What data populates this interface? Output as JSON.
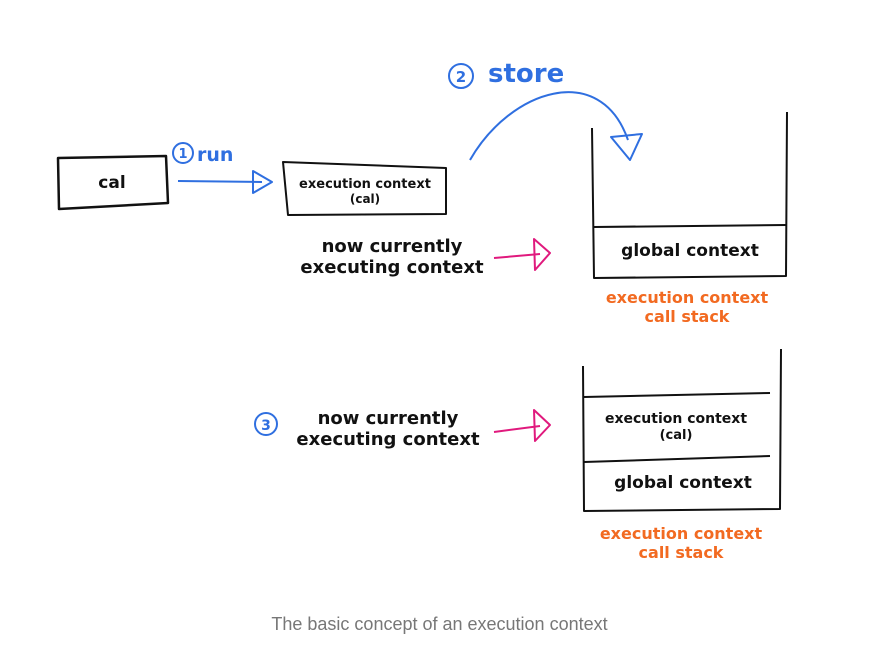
{
  "labels": {
    "cal_box": "cal",
    "step1_num": "1",
    "step1_label": "run",
    "step2_num": "2",
    "step2_label": "store",
    "step3_num": "3",
    "exec_ctx_line1": "execution context",
    "exec_ctx_line2": "(cal)",
    "now_current_line1": "now currently",
    "now_current_line2": "executing context",
    "global_context": "global context",
    "stack_title_line1": "execution context",
    "stack_title_line2": "call stack"
  },
  "caption": "The basic concept of an execution context",
  "colors": {
    "ink": "#111111",
    "blue": "#2f6fe0",
    "pink": "#e0197d",
    "orange": "#f26a21",
    "caption": "#777777"
  }
}
